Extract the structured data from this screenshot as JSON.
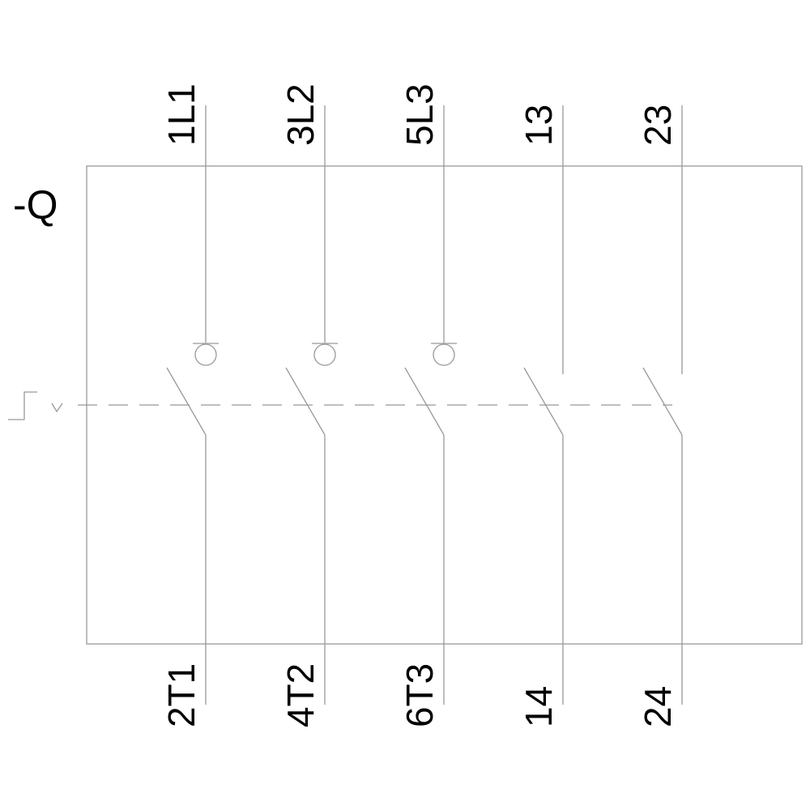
{
  "device_tag": "-Q",
  "poles": [
    {
      "top_terminal": "1L1",
      "bottom_terminal": "2T1",
      "kind": "main",
      "has_lug": true
    },
    {
      "top_terminal": "3L2",
      "bottom_terminal": "4T2",
      "kind": "main",
      "has_lug": true
    },
    {
      "top_terminal": "5L3",
      "bottom_terminal": "6T3",
      "kind": "main",
      "has_lug": true
    },
    {
      "top_terminal": "13",
      "bottom_terminal": "14",
      "kind": "auxiliary-no",
      "has_lug": false
    },
    {
      "top_terminal": "23",
      "bottom_terminal": "24",
      "kind": "auxiliary-no",
      "has_lug": false
    }
  ],
  "actuator_symbol": "manual-operator-icon",
  "colors": {
    "line": "#999999",
    "text": "#000000",
    "background": "#ffffff"
  }
}
